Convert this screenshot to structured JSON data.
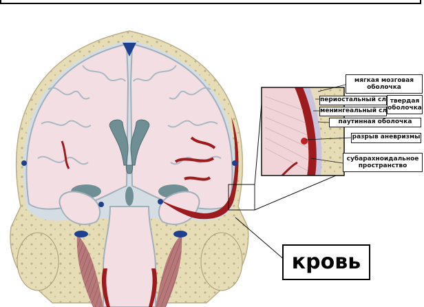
{
  "labels": {
    "pia_mater": "мягкая мозговая оболочка",
    "periosteal": "периостальный сл",
    "dura_mater": "твердая оболочка",
    "meningeal": "менингеальный сл",
    "arachnoid": "паутинная оболочка",
    "aneurysm_rupture": "разрыв аневризмы",
    "subarachnoid": "субарахноидальное пространство"
  },
  "callout": {
    "blood": "кровь"
  },
  "colors": {
    "skull": "#e6dcb6",
    "brain": "#f3dfe3",
    "brain_outline": "#b9c7d0",
    "ventricle": "#6f8f94",
    "blood": "#9c1b1e",
    "vessel_blue": "#1f3f8f"
  }
}
